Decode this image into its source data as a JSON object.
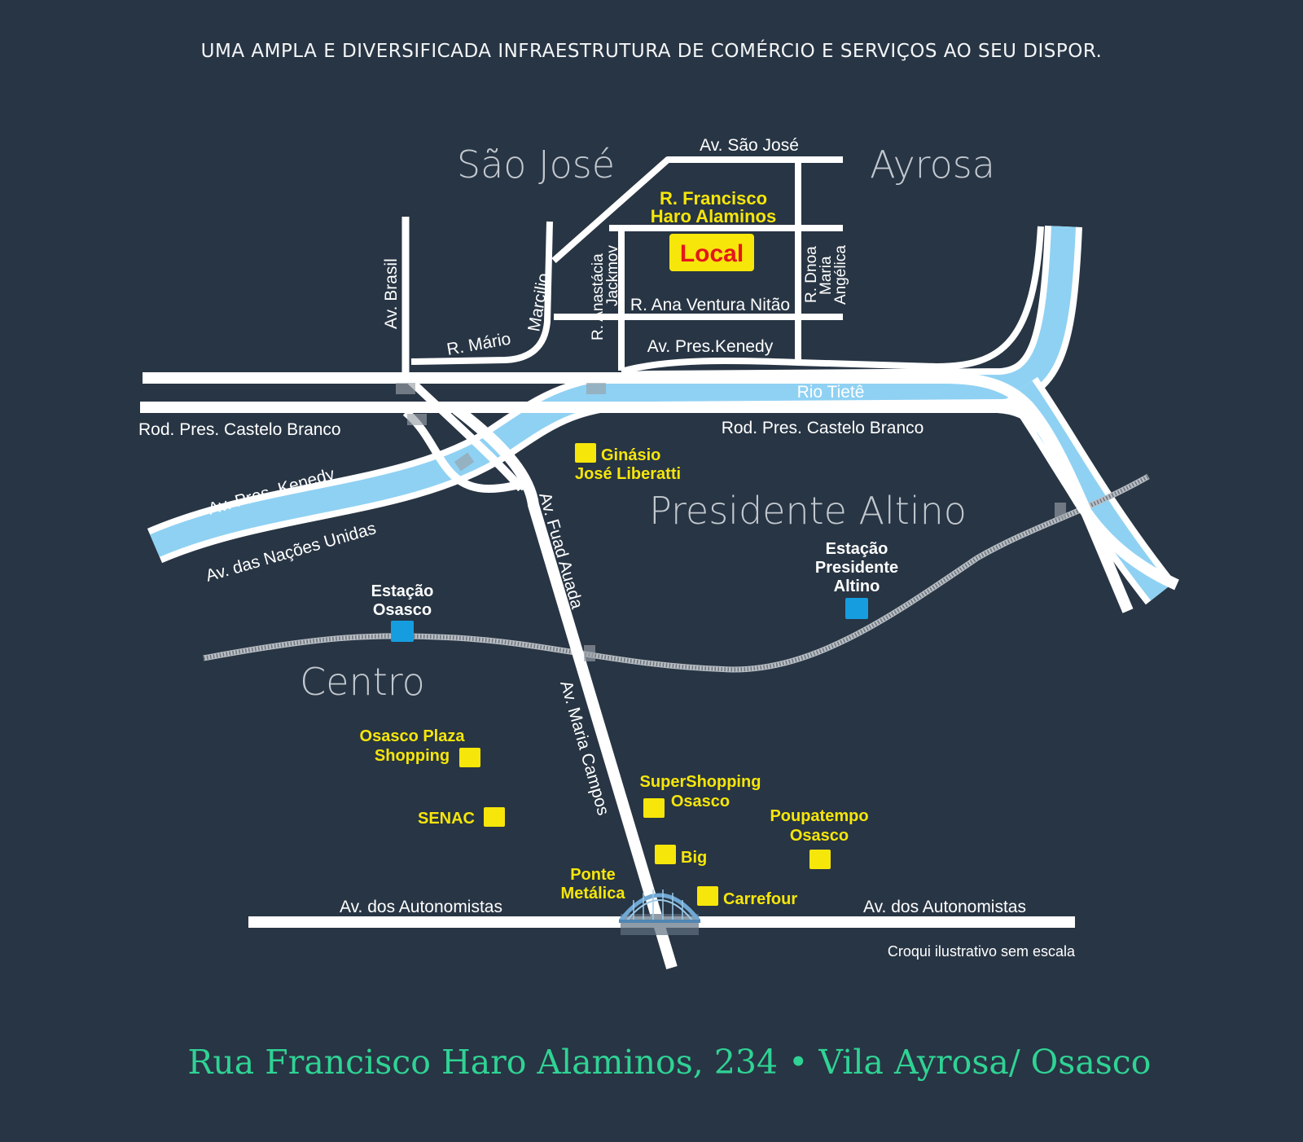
{
  "header": {
    "title": "UMA AMPLA E DIVERSIFICADA INFRAESTRUTURA DE COMÉRCIO E SERVIÇOS AO SEU DISPOR."
  },
  "districts": {
    "sao_jose": "São José",
    "ayrosa": "Ayrosa",
    "presidente_altino": "Presidente Altino",
    "centro": "Centro"
  },
  "streets": {
    "av_sao_jose": "Av. São José",
    "rua_francisco_line1": "R. Francisco",
    "rua_francisco_line2": "Haro Alaminos",
    "av_brasil": "Av. Brasil",
    "r_mario_marcilio_1": "R. Mário",
    "r_mario_marcilio_2": "Marcilio",
    "r_anastacia_1": "R. Anastácia",
    "r_anastacia_2": "Jackmov",
    "r_dnoa_1": "R. Dnoa",
    "r_dnoa_2": "Maria",
    "r_dnoa_3": "Angélica",
    "r_ana_ventura": "R. Ana Ventura Nitão",
    "av_pres_kenedy_top": "Av. Pres.Kenedy",
    "rio_tiete": "Rio Tietê",
    "castelo_branco_left": "Rod. Pres. Castelo Branco",
    "castelo_branco_right": "Rod. Pres. Castelo Branco",
    "av_pres_kenedy_river": "Av. Pres. Kenedy",
    "av_nacoes_unidas": "Av. das Nações Unidas",
    "av_fuad_auada": "Av. Fuad Auada",
    "av_maria_campos": "Av. Maria Campos",
    "autonomistas_left": "Av. dos Autonomistas",
    "autonomistas_right": "Av. dos Autonomistas"
  },
  "local": {
    "label": "Local",
    "box_color": "#f6e60a",
    "text_color": "#e3171b"
  },
  "pois": {
    "ginasio_1": "Ginásio",
    "ginasio_2": "José Liberatti",
    "plaza_1": "Osasco Plaza",
    "plaza_2": "Shopping",
    "senac": "SENAC",
    "supershopping_1": "SuperShopping",
    "supershopping_2": "Osasco",
    "poupatempo_1": "Poupatempo",
    "poupatempo_2": "Osasco",
    "big": "Big",
    "carrefour": "Carrefour",
    "ponte_1": "Ponte",
    "ponte_2": "Metálica"
  },
  "stations": {
    "osasco_1": "Estação",
    "osasco_2": "Osasco",
    "altino_1": "Estação",
    "altino_2": "Presidente",
    "altino_3": "Altino"
  },
  "footer": {
    "address": "Rua Francisco Haro Alaminos, 234 • Vila Ayrosa/ Osasco",
    "note": "Croqui ilustrativo sem escala"
  },
  "colors": {
    "background": "#283544",
    "road": "#ffffff",
    "river": "#8fd1f3",
    "poi_marker": "#f6e60a",
    "station_marker": "#169de0",
    "footer_text": "#2fd394"
  }
}
